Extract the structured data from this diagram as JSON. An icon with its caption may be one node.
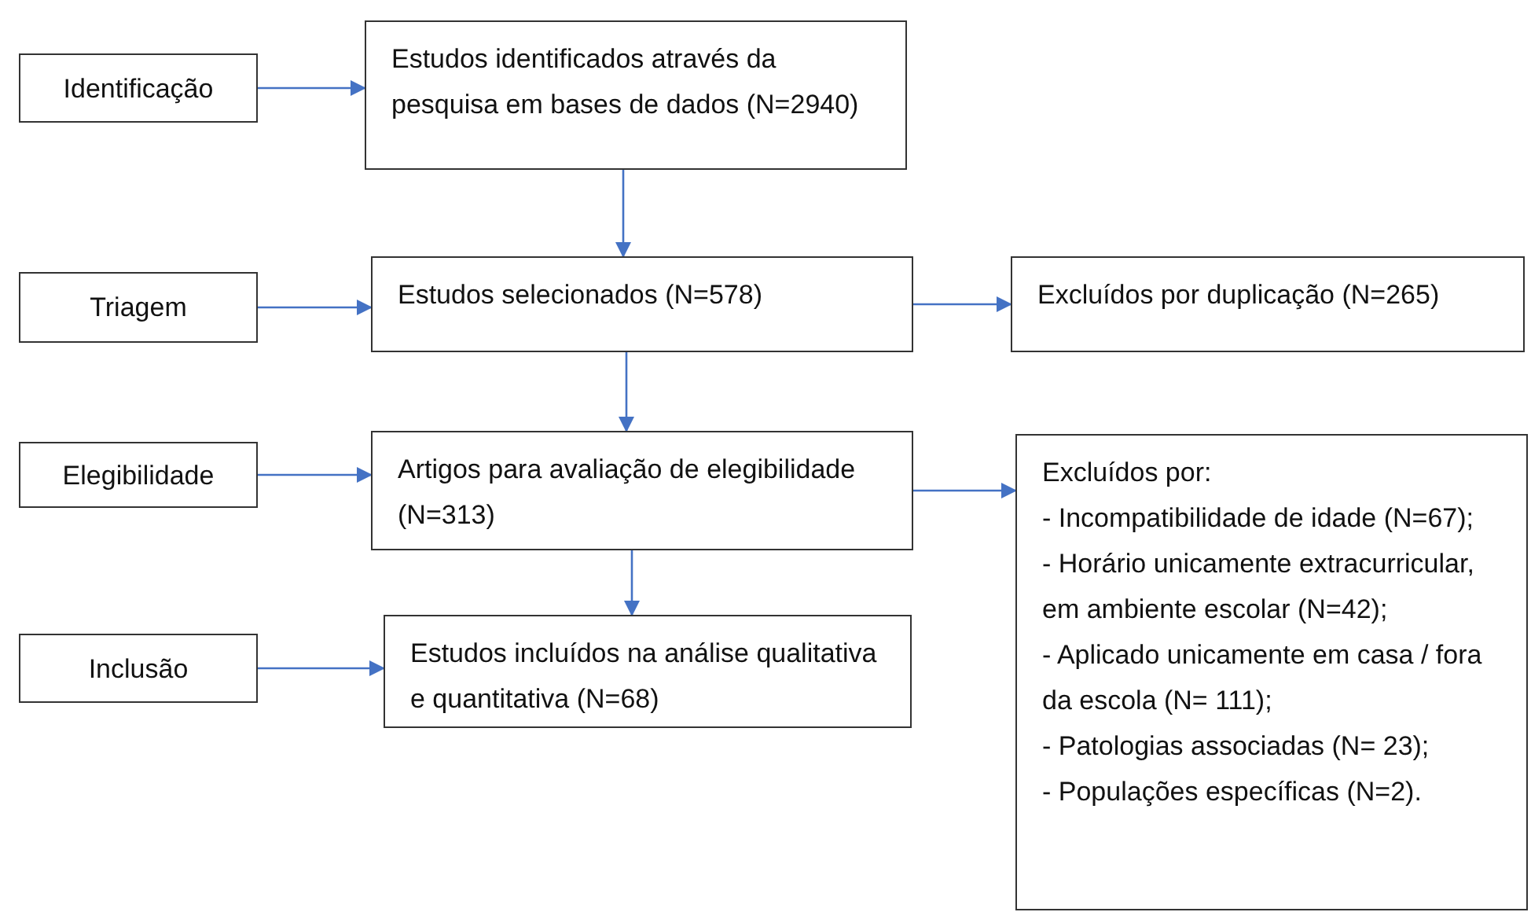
{
  "diagram": {
    "nodes": [
      {
        "text": [
          "Identificação"
        ]
      },
      {
        "text": [
          "Estudos identificados através da pesquisa em bases de dados (N=2940)"
        ]
      },
      {
        "text": [
          "Triagem"
        ]
      },
      {
        "text": [
          "Estudos selecionados (N=578)"
        ]
      },
      {
        "text": [
          "Excluídos por duplicação (N=265)"
        ]
      },
      {
        "text": [
          "Elegibilidade"
        ]
      },
      {
        "text": [
          "Artigos para avaliação de elegibilidade (N=313)"
        ]
      },
      {
        "text": [
          "Excluídos por:",
          "- Incompatibilidade de idade (N=67);",
          "- Horário unicamente extracurricular, em ambiente escolar (N=42);",
          "- Aplicado unicamente em casa / fora da escola (N= 111);",
          "- Patologias associadas (N= 23);",
          "- Populações específicas (N=2)."
        ]
      },
      {
        "text": [
          "Inclusão"
        ]
      },
      {
        "text": [
          "Estudos incluídos na análise qualitativa e quantitativa (N=68)"
        ]
      }
    ],
    "edges": [
      {
        "from": 0,
        "to": 1,
        "arrow": "to"
      },
      {
        "from": 1,
        "to": 3,
        "arrow": "to"
      },
      {
        "from": 2,
        "to": 3,
        "arrow": "to"
      },
      {
        "from": 3,
        "to": 4,
        "arrow": "to"
      },
      {
        "from": 3,
        "to": 6,
        "arrow": "to"
      },
      {
        "from": 5,
        "to": 6,
        "arrow": "to"
      },
      {
        "from": 6,
        "to": 7,
        "arrow": "to"
      },
      {
        "from": 6,
        "to": 9,
        "arrow": "to"
      },
      {
        "from": 8,
        "to": 9,
        "arrow": "to"
      }
    ]
  }
}
